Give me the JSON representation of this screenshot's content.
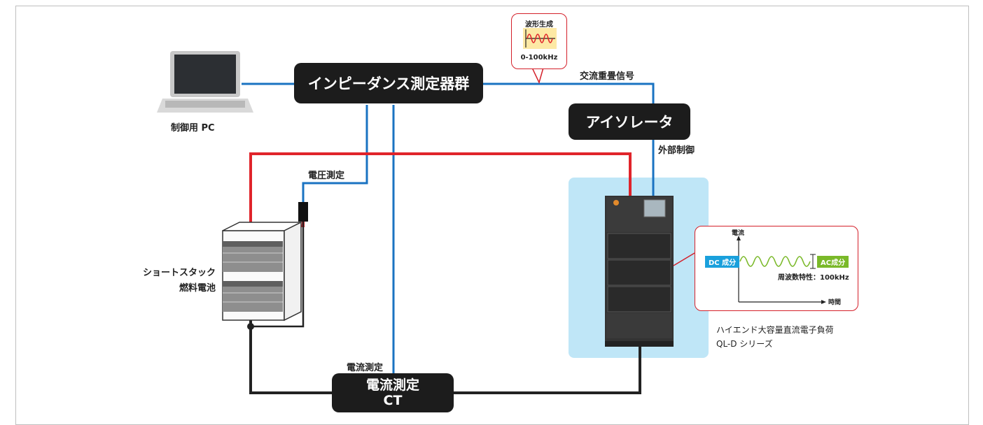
{
  "nodes": {
    "impedance_meters": "インピーダンス測定器群",
    "isolator": "アイソレータ",
    "ct_box": [
      "電流測定",
      "CT"
    ]
  },
  "labels": {
    "pc": "制御用 PC",
    "ac_signal": "交流重畳信号",
    "external_control": "外部制御",
    "voltage_measure": "電圧測定",
    "current_measure": "電流測定",
    "fuel_cell": [
      "ショートスタック",
      "燃料電池"
    ],
    "load_name": [
      "ハイエンド大容量直流電子負荷",
      "QL-D シリーズ"
    ]
  },
  "waveform_callout": {
    "title": "波形生成",
    "range": "0-100kHz"
  },
  "current_callout": {
    "y_label": "電流",
    "x_label": "時間",
    "dc_tag": "DC 成分",
    "ac_tag": "AC成分",
    "freq_note": "周波数特性：100kHz"
  },
  "colors": {
    "signal_wire": "#1a73c2",
    "positive_wire": "#e0242b",
    "negative_wire": "#222222",
    "load_highlight": "#bfe6f7",
    "callout_border": "#d4202a",
    "dc_tag": "#1aa0dc",
    "ac_tag": "#7ab929"
  }
}
